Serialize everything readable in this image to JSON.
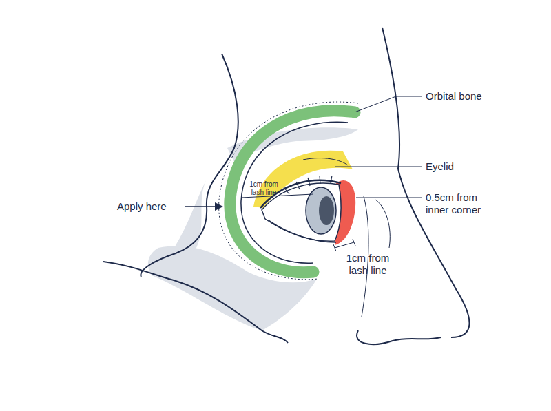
{
  "diagram": {
    "labels": [
      "Orbital bone",
      "Eyelid",
      "1cm from lash line",
      "0.5cm from inner corner",
      "Apply here",
      "1cm from lash line"
    ]
  }
}
